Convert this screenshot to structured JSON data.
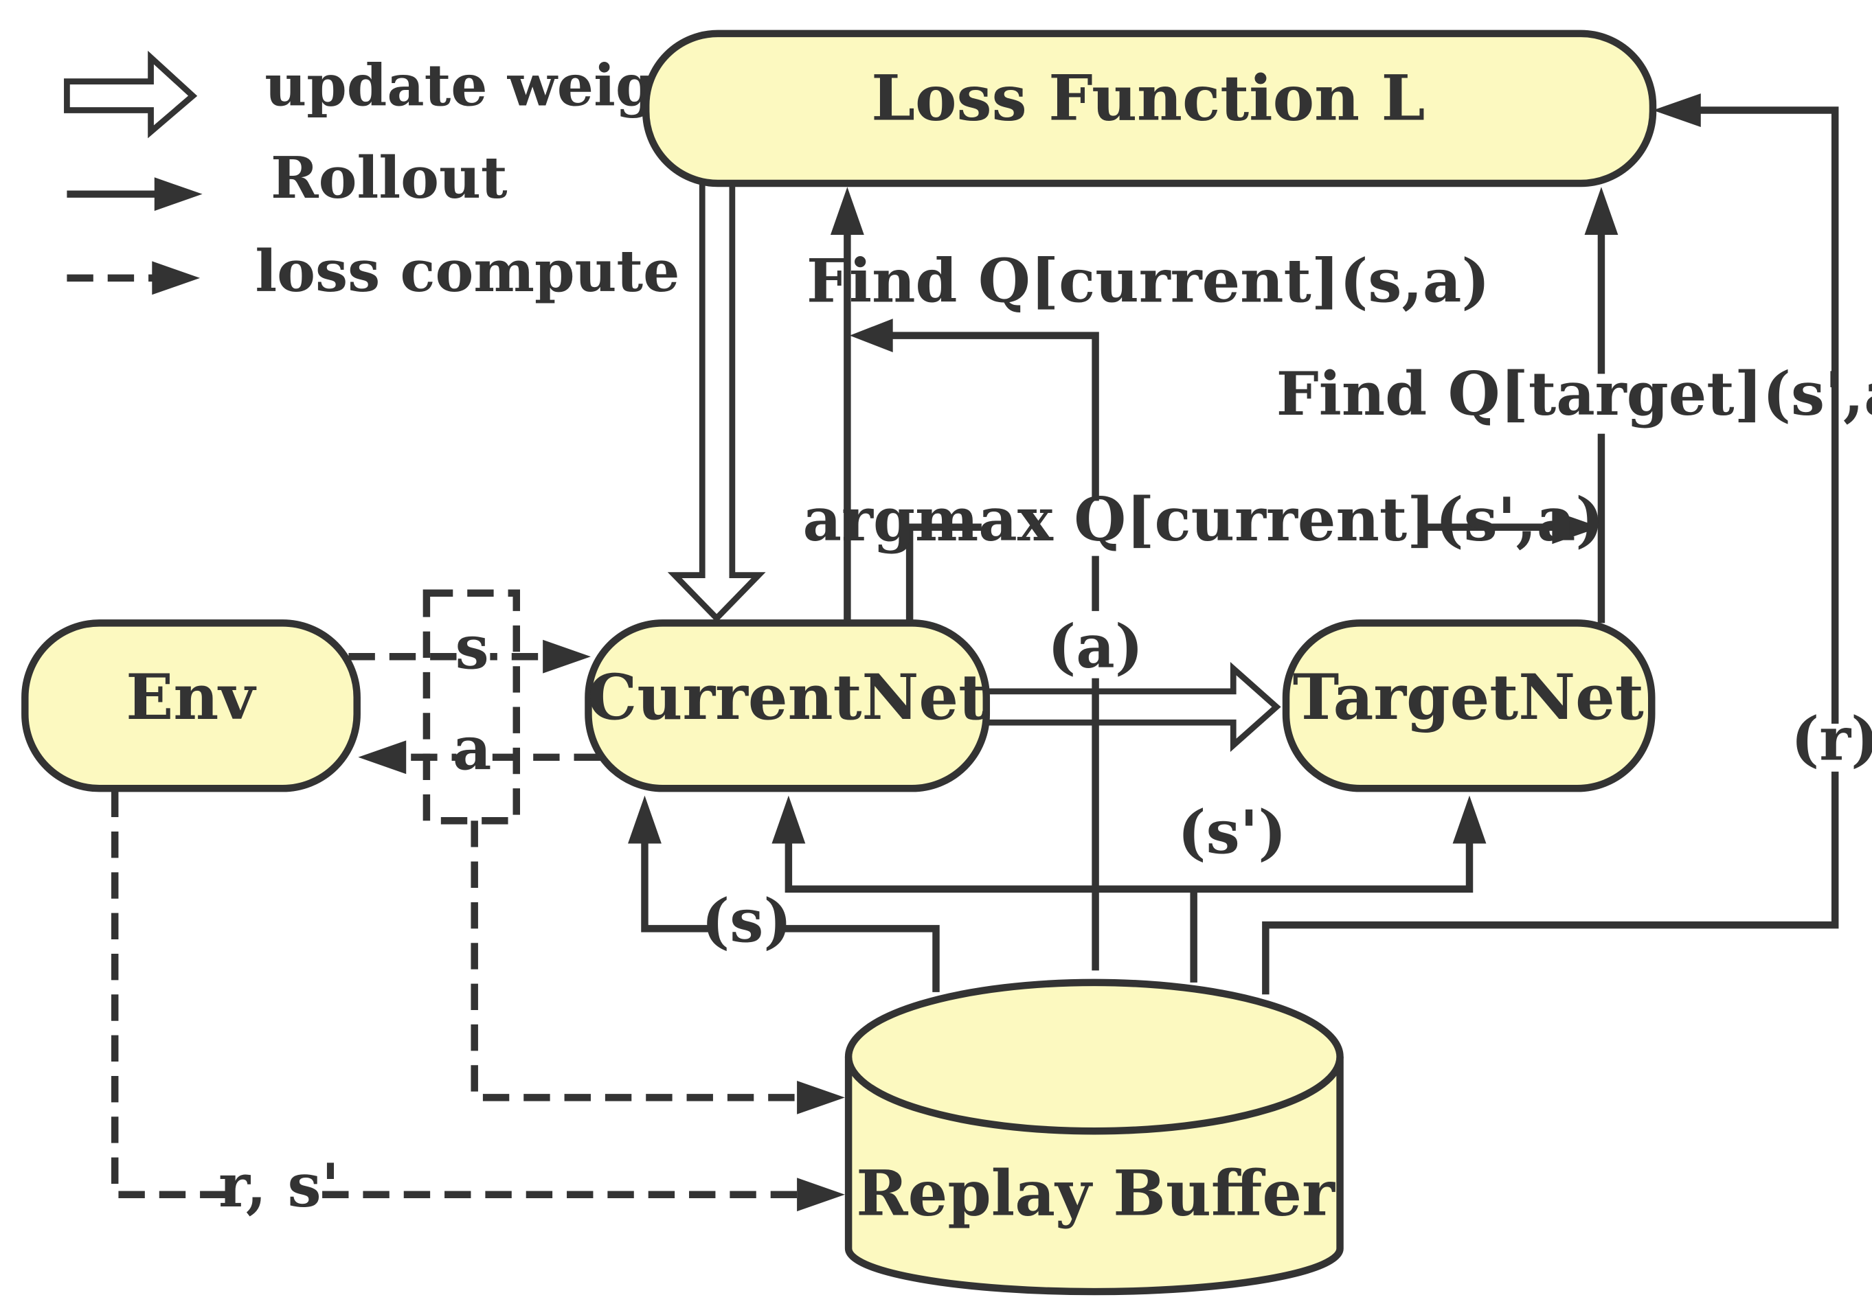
{
  "legend": {
    "update_weights": "update weights",
    "rollout": "Rollout",
    "loss_compute": "loss compute"
  },
  "nodes": {
    "loss_function": "Loss Function L",
    "env": "Env",
    "current_net": "CurrentNet",
    "target_net": "TargetNet",
    "replay_buffer": "Replay Buffer"
  },
  "edges": {
    "find_q_current": "Find Q[current](s,a)",
    "find_q_target": "Find Q[target](s',a)",
    "argmax_q_current": "argmax Q[current](s',a)",
    "s": "s",
    "a": "a",
    "a_paren": "(a)",
    "r_paren": "(r)",
    "s_prime_paren": "(s')",
    "s_paren": "(s)",
    "r_s_prime": "r, s'"
  },
  "colors": {
    "box_fill": "#fcf9c0",
    "stroke": "#333333",
    "text": "#333333"
  }
}
